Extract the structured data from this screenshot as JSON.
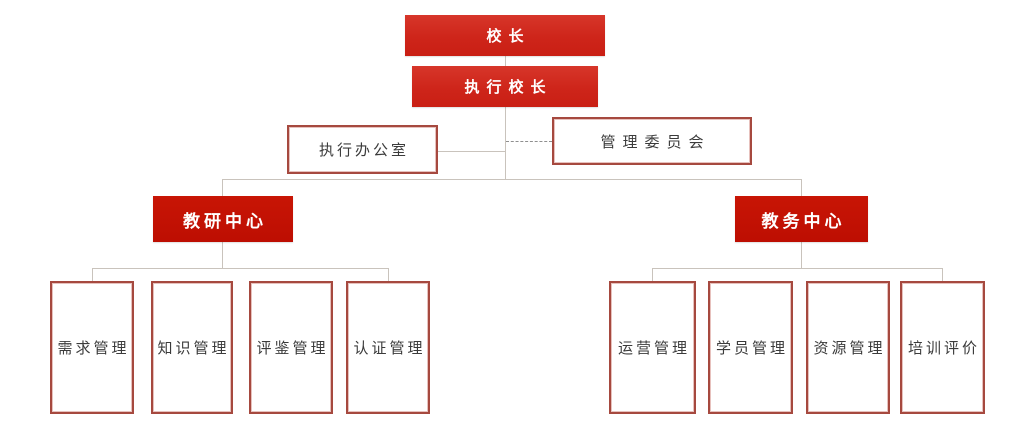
{
  "org_chart": {
    "root": {
      "label": "校长"
    },
    "executive": {
      "label": "执行校长"
    },
    "staff": [
      {
        "label": "执行办公室",
        "connector": "solid"
      },
      {
        "label": "管理委员会",
        "connector": "dashed"
      }
    ],
    "centers": [
      {
        "label": "教研中心",
        "children": [
          {
            "label": "需求管理"
          },
          {
            "label": "知识管理"
          },
          {
            "label": "评鉴管理"
          },
          {
            "label": "认证管理"
          }
        ]
      },
      {
        "label": "教务中心",
        "children": [
          {
            "label": "运营管理"
          },
          {
            "label": "学员管理"
          },
          {
            "label": "资源管理"
          },
          {
            "label": "培训评价"
          }
        ]
      }
    ],
    "colors": {
      "leader_red": "#ce251a",
      "center_red": "#bd0e02",
      "outline_border": "#a6493f",
      "connector_gray": "#c9c3bc",
      "dashed_gray": "#8f8f8f",
      "text_dark": "#3b3b3b",
      "background": "#ffffff"
    }
  }
}
